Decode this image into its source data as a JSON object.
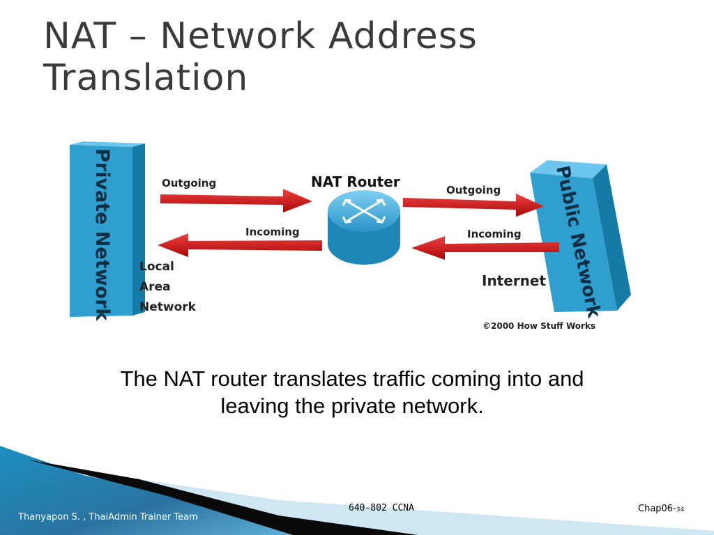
{
  "slide": {
    "title_line1": "NAT – Network Address",
    "title_line2": "Translation"
  },
  "diagram": {
    "left_block_label": "Private Network",
    "right_block_label": "Public Network",
    "router_label": "NAT Router",
    "left_outgoing_label": "Outgoing",
    "left_incoming_label": "Incoming",
    "right_outgoing_label": "Outgoing",
    "right_incoming_label": "Incoming",
    "lan_label_line1": "Local",
    "lan_label_line2": "Area",
    "lan_label_line3": "Network",
    "internet_label": "Internet",
    "copyright": "©2000 How Stuff Works"
  },
  "caption": {
    "line1": "The NAT router translates traffic coming into and",
    "line2": "leaving the private network."
  },
  "footer": {
    "author": "Thanyapon S. , ThaiAdmin Trainer Team",
    "course": "640-802 CCNA",
    "chapter": "Chap06-",
    "page": "34"
  },
  "colors": {
    "block_blue": "#2f9fd0",
    "arrow_red": "#d01010",
    "router_blue": "#3aa8dc"
  }
}
